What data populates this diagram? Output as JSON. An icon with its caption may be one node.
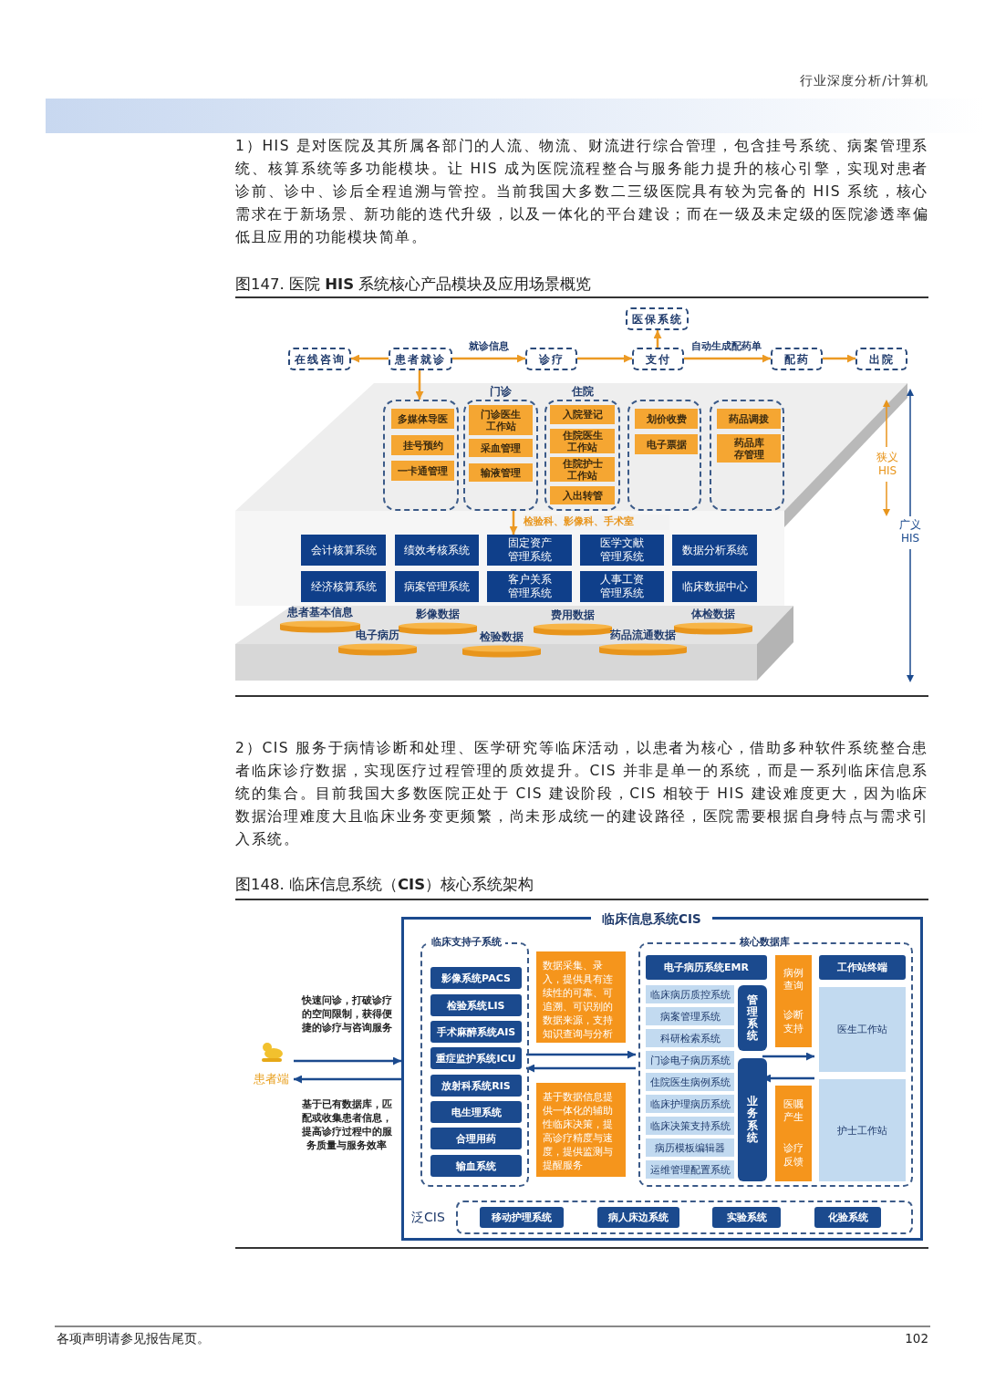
{
  "diagram": {
    "nodes": [
      {
        "text": [
          "在线咨询"
        ]
      },
      {
        "text": [
          "患者就诊"
        ]
      },
      {
        "text": [
          "诊疗"
        ]
      },
      {
        "text": [
          "支付"
        ]
      },
      {
        "text": [
          "医保系统"
        ]
      },
      {
        "text": [
          "配药"
        ]
      },
      {
        "text": [
          "出院"
        ]
      },
      {
        "text": [],
        "shape": "box"
      },
      {
        "text": [
          "多媒体导医"
        ],
        "in": 7
      },
      {
        "text": [
          "挂号预约"
        ],
        "in": 7
      },
      {
        "text": [
          "一卡通管理"
        ],
        "in": 7
      },
      {
        "text": [
          "门诊"
        ]
      },
      {
        "text": [
          "门诊医生工作站"
        ],
        "in": 11
      },
      {
        "text": [
          "采血管理"
        ],
        "in": 11
      },
      {
        "text": [
          "输液管理"
        ],
        "in": 11
      },
      {
        "text": [
          "住院"
        ]
      },
      {
        "text": [
          "入院登记"
        ],
        "in": 15
      },
      {
        "text": [
          "住院医生工作站"
        ],
        "in": 15
      },
      {
        "text": [
          "住院护士工作站"
        ],
        "in": 15
      },
      {
        "text": [
          "入出转管"
        ],
        "in": 15
      },
      {
        "text": [],
        "shape": "box"
      },
      {
        "text": [
          "划价收费"
        ],
        "in": 20
      },
      {
        "text": [
          "电子票据"
        ],
        "in": 20
      },
      {
        "text": [],
        "shape": "box"
      },
      {
        "text": [
          "药品调拨"
        ],
        "in": 23
      },
      {
        "text": [
          "药品库存管理"
        ],
        "in": 23
      },
      {
        "text": [
          "会计核算系统"
        ]
      },
      {
        "text": [
          "绩效考核系统"
        ]
      },
      {
        "text": [
          "固定资产管理系统"
        ]
      },
      {
        "text": [
          "医学文献管理系统"
        ]
      },
      {
        "text": [
          "数据分析系统"
        ]
      },
      {
        "text": [
          "经济核算系统"
        ]
      },
      {
        "text": [
          "病案管理系统"
        ]
      },
      {
        "text": [
          "客户关系管理系统"
        ]
      },
      {
        "text": [
          "人事工资管理系统"
        ]
      },
      {
        "text": [
          "临床数据中心"
        ]
      },
      {
        "text": [
          "患者基本信息"
        ]
      },
      {
        "text": [
          "影像数据"
        ]
      },
      {
        "text": [
          "费用数据"
        ]
      },
      {
        "text": [
          "体检数据"
        ]
      },
      {
        "text": [
          "电子病历"
        ]
      },
      {
        "text": [
          "检验数据"
        ]
      },
      {
        "text": [
          "药品流通数据"
        ]
      },
      {
        "text": [
          "患者端"
        ]
      },
      {
        "text": [
          "临床信息系统CIS"
        ]
      },
      {
        "text": [
          "临床支持子系统"
        ],
        "in": 44
      },
      {
        "text": [
          "影像系统PACS"
        ],
        "in": 45
      },
      {
        "text": [
          "检验系统LIS"
        ],
        "in": 45
      },
      {
        "text": [
          "手术麻醉系统AIS"
        ],
        "in": 45
      },
      {
        "text": [
          "重症监护系统ICU"
        ],
        "in": 45
      },
      {
        "text": [
          "放射科系统RIS"
        ],
        "in": 45
      },
      {
        "text": [
          "电生理系统"
        ],
        "in": 45
      },
      {
        "text": [
          "合理用药"
        ],
        "in": 45
      },
      {
        "text": [
          "输血系统"
        ],
        "in": 45
      },
      {
        "text": [
          "数据采集、录入，提供具有连续性的可靠、可追溯、可识别的数据来源，支持知识查询与分析"
        ],
        "in": 44
      },
      {
        "text": [
          "基于数据信息提供一体化的辅助性临床决策，提高诊疗精度与速度，提供监测与提醒服务"
        ],
        "in": 44
      },
      {
        "text": [
          "核心数据库"
        ],
        "in": 44
      },
      {
        "text": [
          "电子病历系统EMR"
        ],
        "in": 56
      },
      {
        "text": [
          "临床病历质控系统"
        ],
        "in": 56
      },
      {
        "text": [
          "病案管理系统"
        ],
        "in": 56
      },
      {
        "text": [
          "科研检索系统"
        ],
        "in": 56
      },
      {
        "text": [
          "门诊电子病历系统"
        ],
        "in": 56
      },
      {
        "text": [
          "住院医生病例系统"
        ],
        "in": 56
      },
      {
        "text": [
          "临床护理病历系统"
        ],
        "in": 56
      },
      {
        "text": [
          "临床决策支持系统"
        ],
        "in": 56
      },
      {
        "text": [
          "病历模板编辑器"
        ],
        "in": 56
      },
      {
        "text": [
          "运维管理配置系统"
        ],
        "in": 56
      },
      {
        "text": [
          "管理系统"
        ],
        "in": 56
      },
      {
        "text": [
          "业务系统"
        ],
        "in": 56
      },
      {
        "text": [
          "病例查询",
          "诊断支持"
        ],
        "in": 56
      },
      {
        "text": [
          "医嘱产生",
          "诊疗反馈"
        ],
        "in": 56
      },
      {
        "text": [
          "工作站终端"
        ],
        "in": 56
      },
      {
        "text": [
          "医生工作站"
        ],
        "in": 56
      },
      {
        "text": [
          "护士工作站"
        ],
        "in": 56
      },
      {
        "text": [
          "泛CIS"
        ],
        "in": 44
      },
      {
        "text": [
          "移动护理系统"
        ],
        "in": 74
      },
      {
        "text": [
          "病人床边系统"
        ],
        "in": 74
      },
      {
        "text": [
          "实验系统"
        ],
        "in": 74
      },
      {
        "text": [
          "化验系统"
        ],
        "in": 74
      }
    ],
    "edges": [
      {
        "from": 1,
        "to": 0,
        "arrow": "to"
      },
      {
        "from": 1,
        "to": 2,
        "arrow": "to",
        "label": "就诊信息"
      },
      {
        "from": 2,
        "to": 3,
        "arrow": "to"
      },
      {
        "from": 3,
        "to": 4,
        "arrow": "to"
      },
      {
        "from": 3,
        "to": 5,
        "arrow": "to",
        "label": "自动生成配药单"
      },
      {
        "from": 5,
        "to": 6,
        "arrow": "to"
      },
      {
        "from": 1,
        "to": 7,
        "arrow": "to"
      },
      {
        "from": 11,
        "to": 28,
        "arrow": "to",
        "label": "检验科、影像科、手术室"
      },
      {
        "from": 43,
        "to": 44,
        "arrow": "to",
        "label": "快速问诊，打破诊疗的空间限制，获得便捷的诊疗与咨询服务",
        "color": "#1b4a8e"
      },
      {
        "from": 44,
        "to": 43,
        "arrow": "to",
        "label": "基于已有数据库，匹配或收集患者信息，提高诊疗过程中的服务质量与服务效率",
        "color": "#1b4a8e"
      },
      {
        "from": 45,
        "to": 56,
        "arrow": "to",
        "color": "#1b4a8e"
      },
      {
        "from": 56,
        "to": 45,
        "arrow": "to",
        "color": "#1b4a8e"
      },
      {
        "from": 68,
        "to": 72,
        "arrow": "to",
        "color": "#1b4a8e"
      },
      {
        "from": 73,
        "to": 68,
        "arrow": "to",
        "color": "#1b4a8e"
      }
    ],
    "labels": [
      "行业深度分析/计算机",
      "1）HIS 是对医院及其所属各部门的人流、物流、财流进行综合管理，包含挂号系统、病案管理系统、核算系统等多功能模块。让 HIS 成为医院流程整合与服务能力提升的核心引擎，实现对患者诊前、诊中、诊后全程追溯与管控。当前我国大多数二三级医院具有较为完备的 HIS 系统，核心需求在于新场景、新功能的迭代升级，以及一体化的平台建设；而在一级及未定级的医院渗透率偏低且应用的功能模块简单。",
      "图147. 医院 **HIS** 系统核心产品模块及应用场景概览",
      "狭义 HIS",
      "广义 HIS",
      "2）CIS 服务于病情诊断和处理、医学研究等临床活动，以患者为核心，借助多种软件系统整合患者临床诊疗数据，实现医疗过程管理的质效提升。CIS 并非是单一的系统，而是一系列临床信息系统的集合。目前我国大多数医院正处于 CIS 建设阶段，CIS 相较于 HIS 建设难度更大，因为临床数据治理难度大且临床业务变更频繁，尚未形成统一的建设路径，医院需要根据自身特点与需求引入系统。",
      "图148. 临床信息系统（**CIS**）核心系统架构",
      "各项声明请参见报告尾页。",
      "102"
    ]
  }
}
